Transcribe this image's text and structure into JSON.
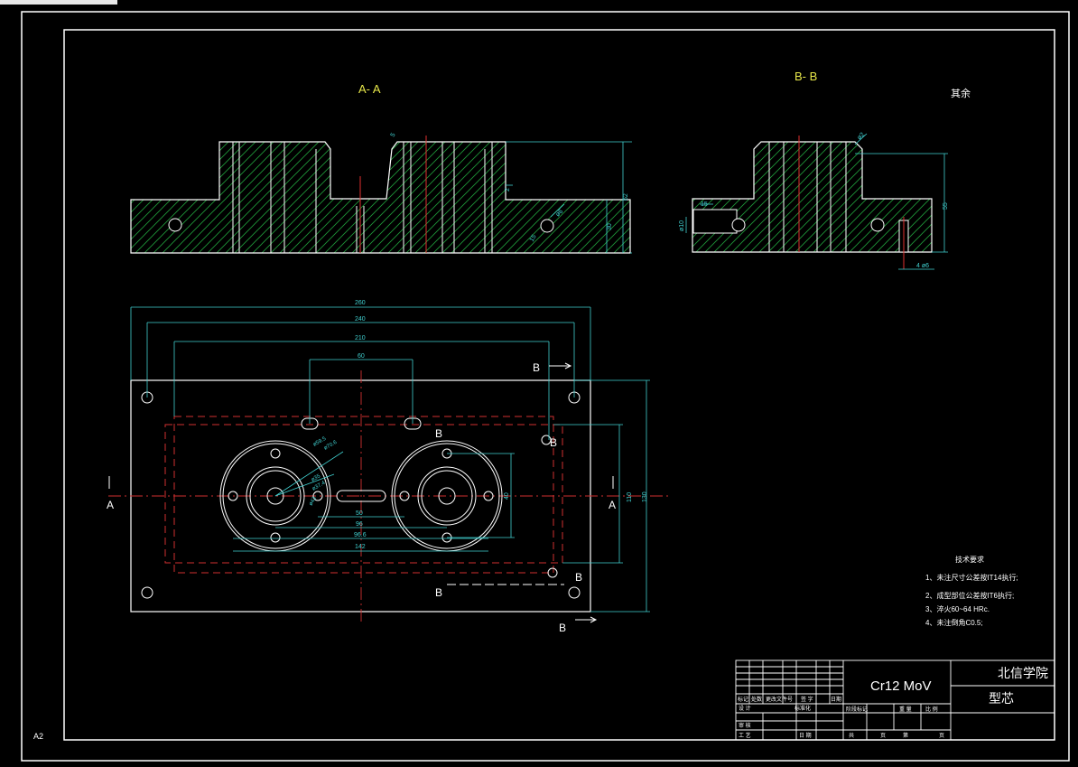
{
  "sheet": {
    "size_label": "A2"
  },
  "section_aa": {
    "title": "A- A",
    "dims": [
      "62",
      "30",
      "15",
      "ø6",
      "2",
      "5"
    ]
  },
  "section_bb": {
    "title": "B- B",
    "dims": [
      "55",
      "ø10",
      "15",
      "4 ø6",
      "ø2"
    ]
  },
  "roughness_note": "其余",
  "plan": {
    "dims_top": [
      "260",
      "240",
      "210",
      "60"
    ],
    "dims_bottom": [
      "50",
      "96",
      "96.6",
      "142"
    ],
    "dims_right": [
      "110",
      "130",
      "40"
    ],
    "circle_dims": [
      "ø59.5",
      "ø70.6",
      "ø35",
      "ø37.4",
      "ø43"
    ],
    "cut_labels": {
      "a_left": "A",
      "a_right": "A",
      "b_top": "B",
      "b_mid_top": "B",
      "b_mid_top2": "B",
      "b_mid_bot": "B",
      "b_bot_left": "B",
      "b_bottom": "B"
    }
  },
  "tech_req": {
    "title": "技术要求",
    "items": [
      "1、未注尺寸公差按IT14执行;",
      "2、成型部位公差按IT6执行;",
      "3、淬火60~64 HRc.",
      "4、未注倒角C0.5;"
    ]
  },
  "title_block": {
    "material": "Cr12 MoV",
    "school": "北信学院",
    "part_name": "型芯",
    "row_labels": [
      "标记",
      "处数",
      "更改文件号",
      "签 字",
      "日期"
    ],
    "design": "设 计",
    "std": "标准化",
    "check": "审 核",
    "process": "工 艺",
    "date": "日 期",
    "stage_labels": [
      "阶段标记",
      "重 量",
      "比 例"
    ],
    "sheet_labels": [
      "共",
      "页",
      "第",
      "页"
    ]
  }
}
